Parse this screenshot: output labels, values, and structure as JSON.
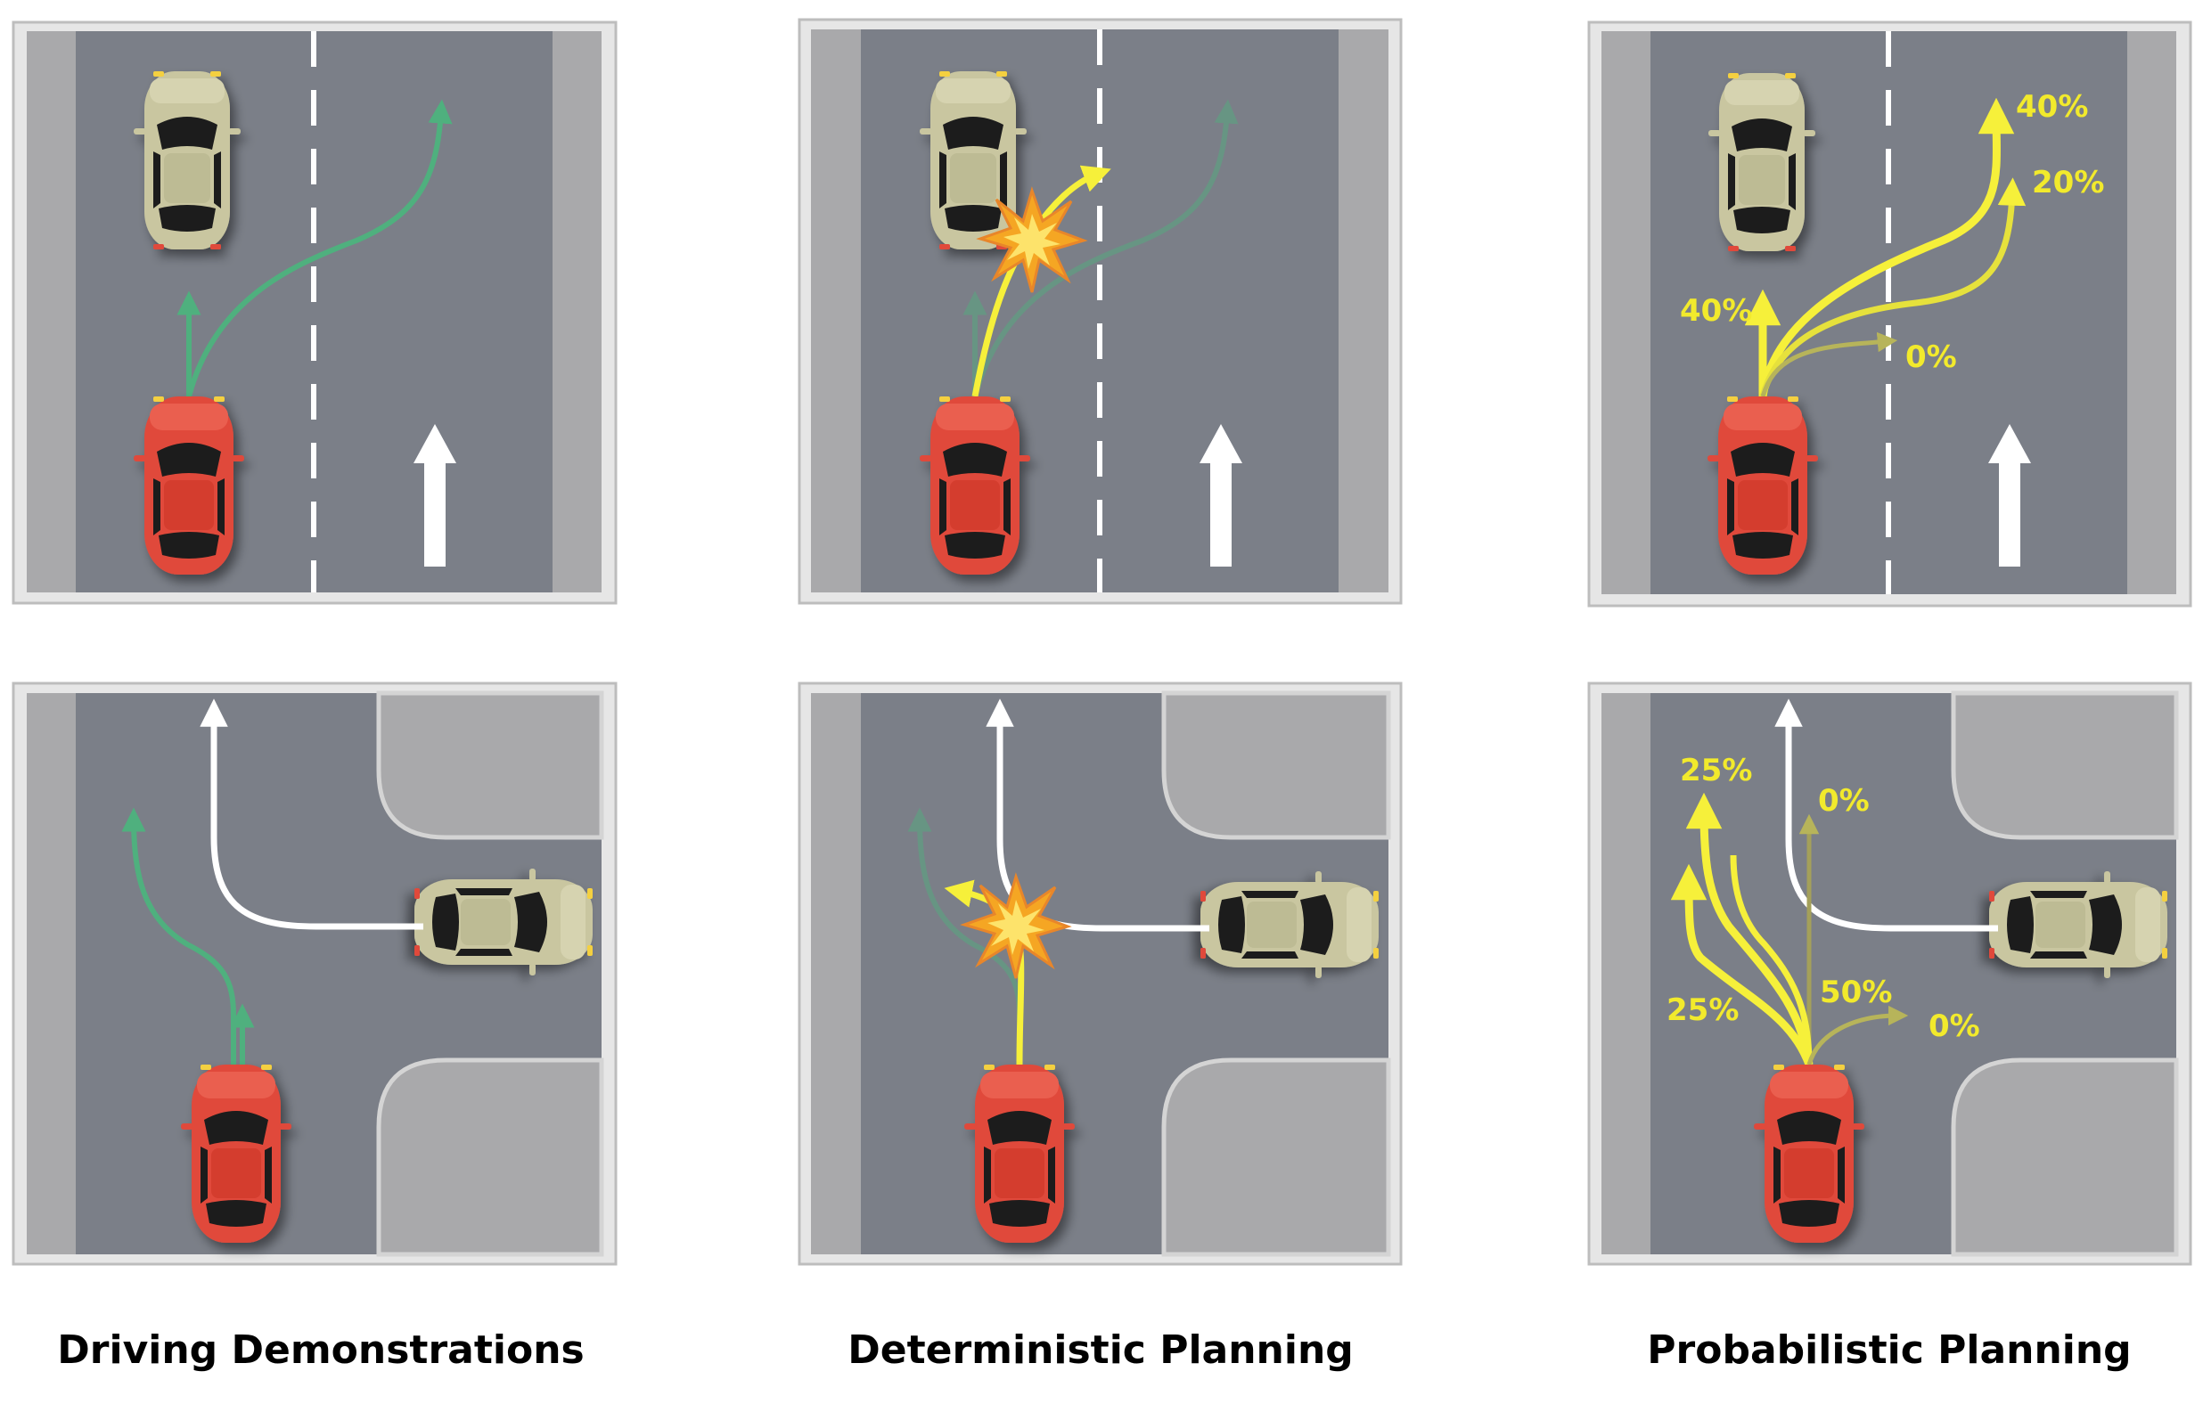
{
  "colors": {
    "road": "#7b7f88",
    "curb": "#a9a9ab",
    "frame": "#e6e6e6",
    "frame_border": "#bdbdbd",
    "ego_car": "#e0493a",
    "other_car": "#c9c6a0",
    "demo_path": "#4fb07e",
    "planned_path": "#f6f03a",
    "other_path": "#ffffff",
    "pct_text": "#f2ea2c",
    "collision": "#f5a623"
  },
  "captions": {
    "driving_demonstrations": "Driving Demonstrations",
    "deterministic_planning": "Deterministic Planning",
    "probabilistic_planning": "Probabilistic Planning"
  },
  "probabilities": {
    "lane_change": {
      "far_left": "40%",
      "far_right": "20%",
      "straight": "40%",
      "right": "0%"
    },
    "intersection": {
      "upper_left": "25%",
      "straight": "0%",
      "lower_left": "25%",
      "mid_right": "50%",
      "right": "0%"
    }
  },
  "icons": [
    "car-icon",
    "collision-icon",
    "lane-arrow-icon"
  ]
}
